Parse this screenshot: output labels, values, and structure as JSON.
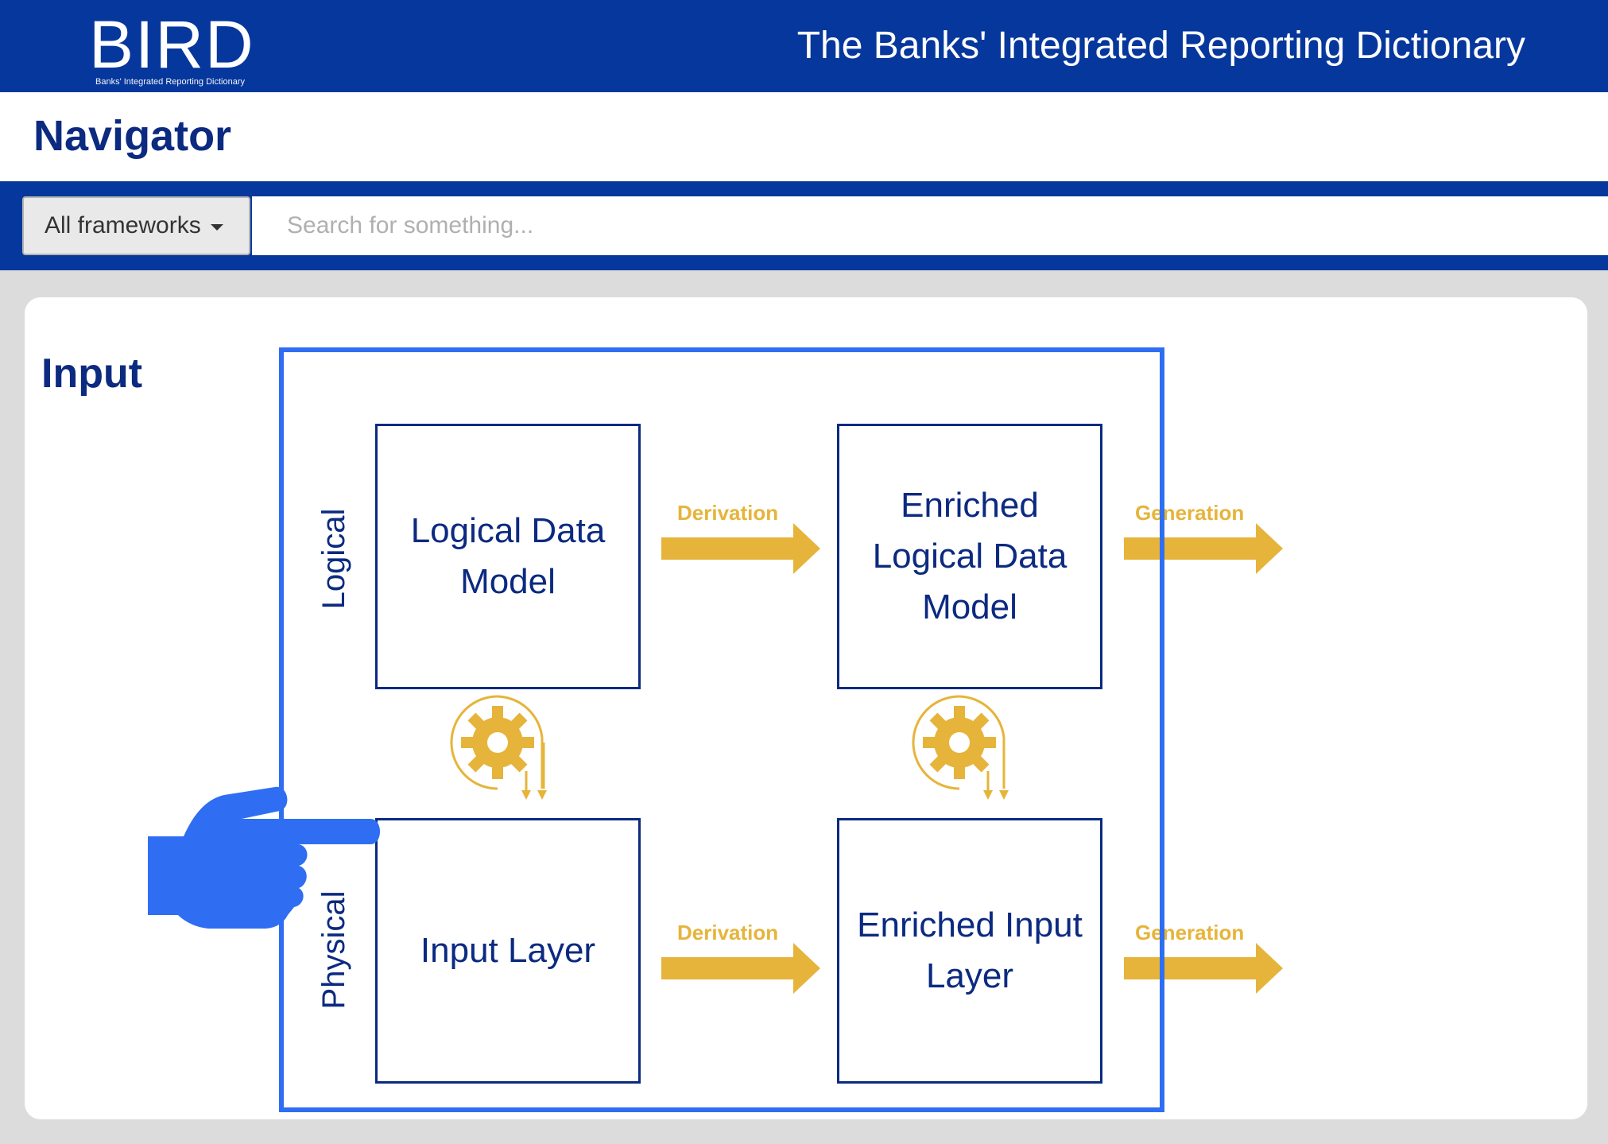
{
  "header": {
    "logo_text": "BIRD",
    "logo_subtitle": "Banks' Integrated Reporting Dictionary",
    "site_title": "The Banks' Integrated Reporting Dictionary"
  },
  "page": {
    "title": "Navigator"
  },
  "search": {
    "framework_label": "All frameworks",
    "placeholder": "Search for something...",
    "value": ""
  },
  "section": {
    "title": "Input"
  },
  "diagram": {
    "row_labels": {
      "logical": "Logical",
      "physical": "Physical"
    },
    "boxes": {
      "logical_data_model": [
        "Logical Data",
        "Model"
      ],
      "enriched_logical_data_model": [
        "Enriched",
        "Logical Data",
        "Model"
      ],
      "input_layer": [
        "Input Layer"
      ],
      "enriched_input_layer": [
        "Enriched Input",
        "Layer"
      ]
    },
    "arrows": {
      "derivation_top": "Derivation",
      "generation_top": "Generation",
      "derivation_bottom": "Derivation",
      "generation_bottom": "Generation"
    }
  },
  "colors": {
    "brand_blue": "#06379c",
    "text_navy": "#0b2a80",
    "arrow_gold": "#e6b43a",
    "highlight_blue": "#2f6ef2",
    "pointer_blue": "#2f6ef2"
  },
  "icons": {
    "gear_left": "gear-cycle-icon",
    "gear_right": "gear-cycle-icon",
    "pointer": "pointing-hand-icon"
  }
}
